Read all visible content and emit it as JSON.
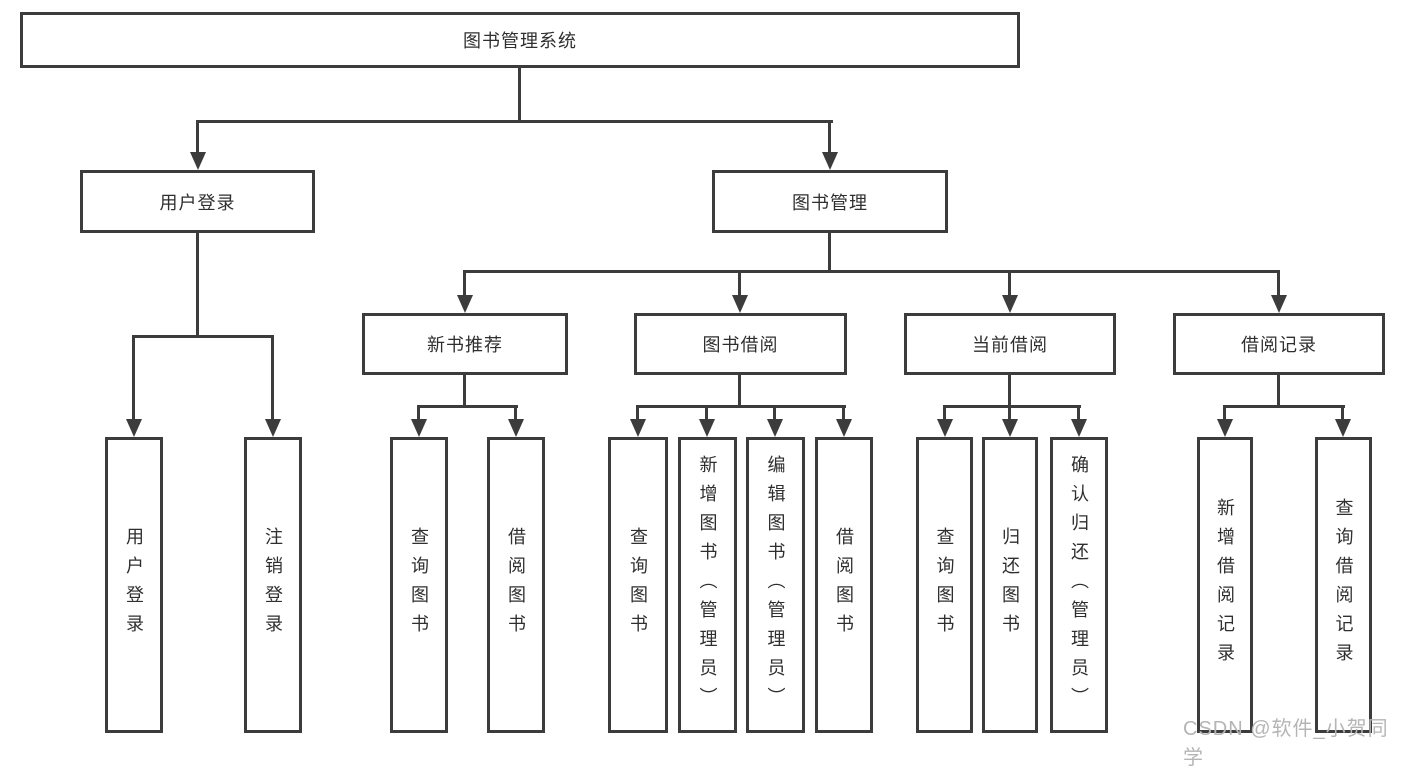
{
  "diagram": {
    "type": "tree",
    "orientation": "top-down"
  },
  "colors": {
    "line": "#3c3c3c",
    "box_background": "#ffffff",
    "text": "#2f2f2f",
    "watermark": "#b5b5b5",
    "page_background": "#ffffff"
  },
  "root": {
    "label": "图书管理系统"
  },
  "branches": [
    {
      "label": "用户登录",
      "children": [
        {
          "label": "用户登录"
        },
        {
          "label": "注销登录"
        }
      ]
    },
    {
      "label": "图书管理",
      "children": [
        {
          "label": "新书推荐",
          "children": [
            {
              "label": "查询图书"
            },
            {
              "label": "借阅图书"
            }
          ]
        },
        {
          "label": "图书借阅",
          "children": [
            {
              "label": "查询图书"
            },
            {
              "label": "新增图书（管理员）"
            },
            {
              "label": "编辑图书（管理员）"
            },
            {
              "label": "借阅图书"
            }
          ]
        },
        {
          "label": "当前借阅",
          "children": [
            {
              "label": "查询图书"
            },
            {
              "label": "归还图书"
            },
            {
              "label": "确认归还（管理员）"
            }
          ]
        },
        {
          "label": "借阅记录",
          "children": [
            {
              "label": "新增借阅记录"
            },
            {
              "label": "查询借阅记录"
            }
          ]
        }
      ]
    }
  ],
  "watermark": {
    "text": "CSDN @软件_小贺同学"
  }
}
